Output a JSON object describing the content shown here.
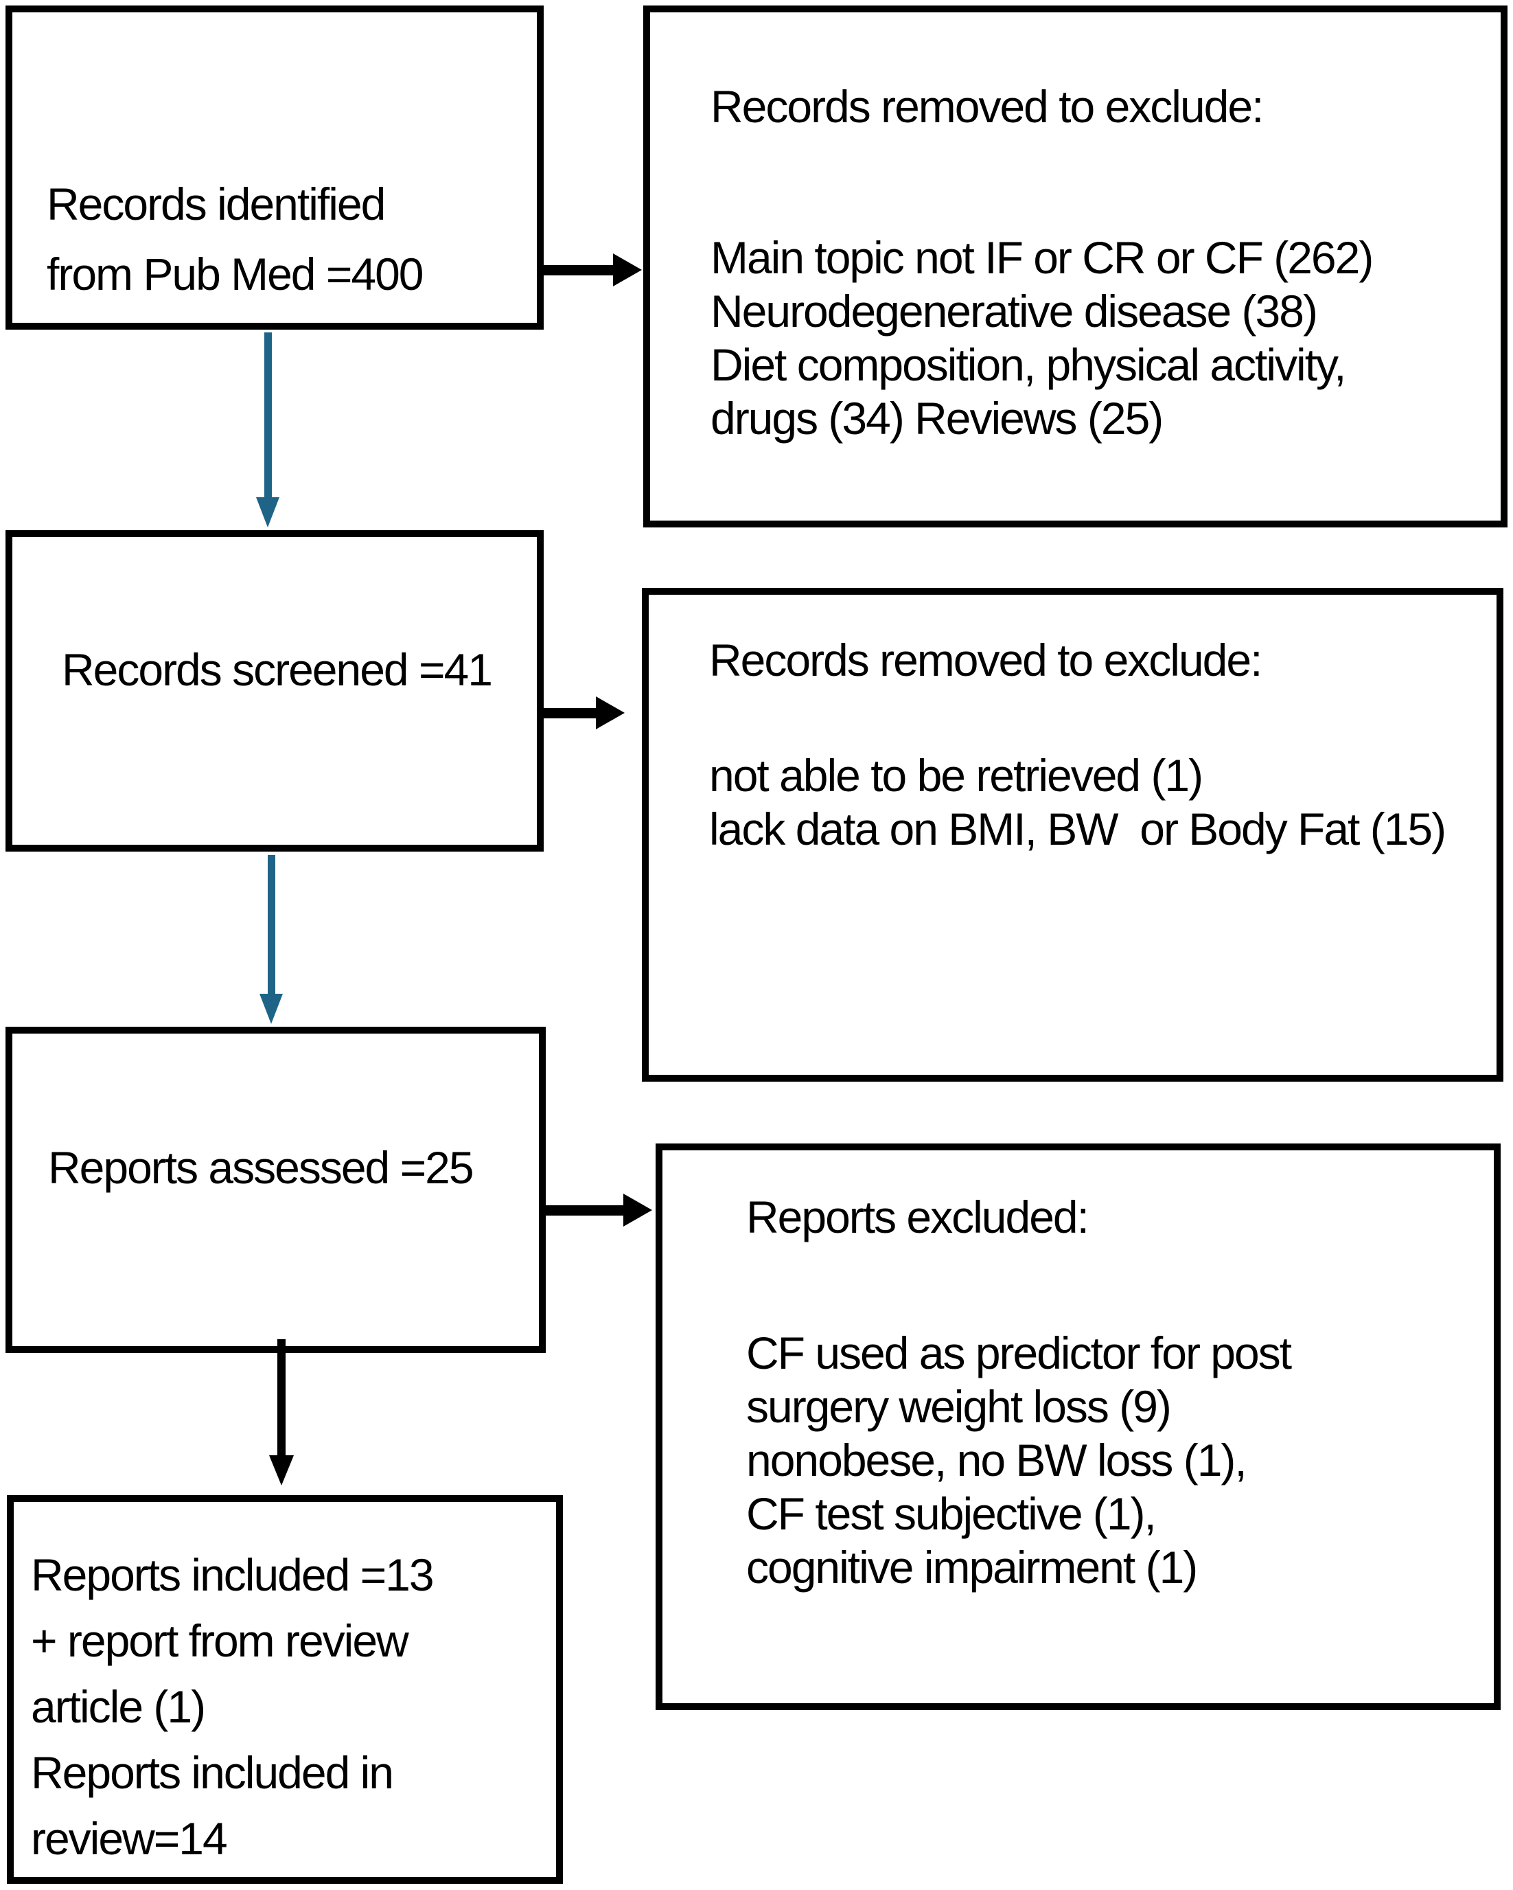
{
  "colors": {
    "box_border": "#000000",
    "text": "#000000",
    "vertical_flow_arrow": "#1f6486",
    "black_arrow": "#000000"
  },
  "boxes": {
    "identified": {
      "lines": [
        "Records identified",
        "from Pub Med =400"
      ]
    },
    "removed_screening": {
      "title": "Records removed to exclude:",
      "items": [
        "Main topic not IF or CR or CF (262)",
        "Neurodegenerative disease (38)",
        "Diet composition, physical activity,",
        "drugs (34) Reviews (25)"
      ]
    },
    "screened": {
      "lines": [
        "Records screened =41"
      ]
    },
    "removed_retrieval": {
      "title": "Records removed to exclude:",
      "items": [
        "not able to be retrieved (1)",
        "lack data on BMI, BW  or Body Fat (15)"
      ]
    },
    "assessed": {
      "lines": [
        "Reports assessed =25"
      ]
    },
    "excluded": {
      "title": "Reports excluded:",
      "items": [
        "CF used as predictor for post",
        "surgery weight loss (9)",
        "nonobese, no BW loss (1),",
        "CF test subjective (1),",
        "cognitive impairment (1)"
      ]
    },
    "included": {
      "lines": [
        "Reports included =13",
        "+ report from review",
        "article (1)",
        "Reports included in",
        "review=14"
      ]
    }
  }
}
